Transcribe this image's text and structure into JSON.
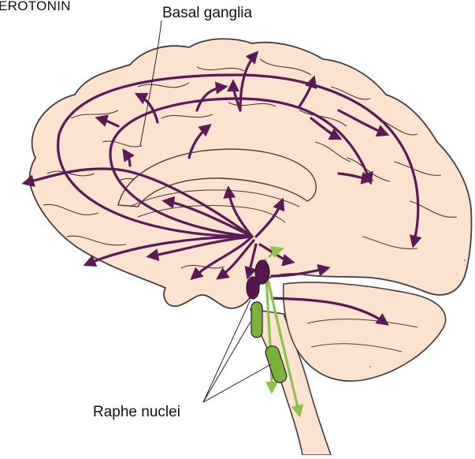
{
  "diagram": {
    "title": "EROTONIN",
    "labels": {
      "basal_ganglia": "Basal ganglia",
      "raphe_nuclei": "Raphe nuclei"
    },
    "colors": {
      "brain_fill": "#fbe3cf",
      "outline": "#4a3a36",
      "pathway": "#5b1a55",
      "nucleus_purple": "#5a1550",
      "nucleus_green": "#7bb33a",
      "descending_pathway": "#8fc24a"
    }
  }
}
